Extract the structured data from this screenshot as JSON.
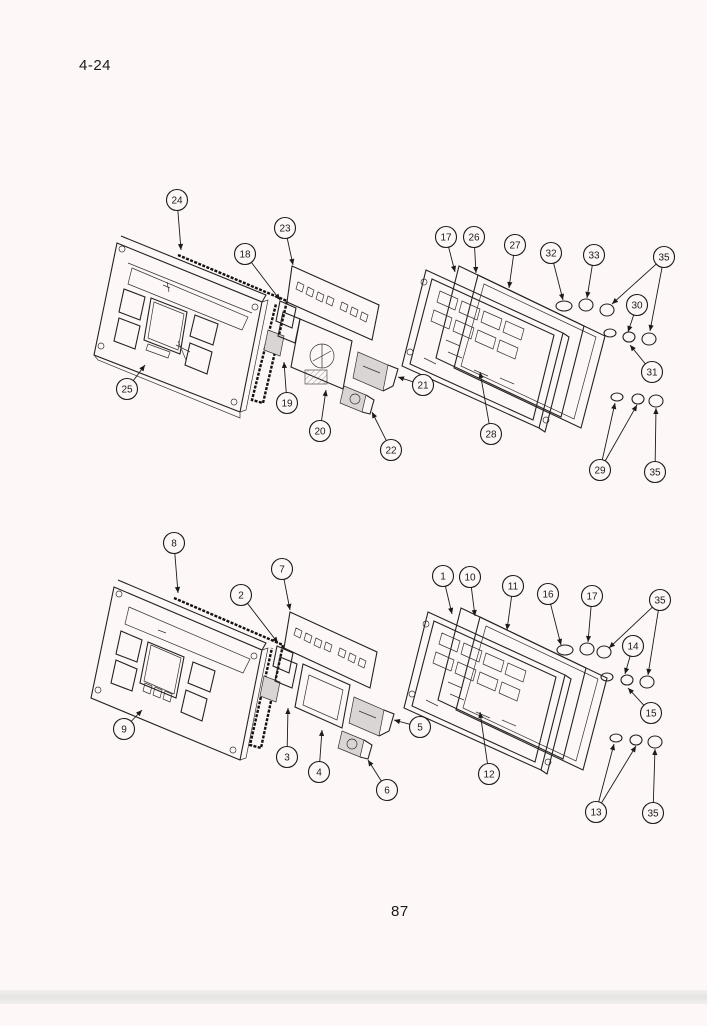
{
  "header": {
    "page_ref": "4-24"
  },
  "footer": {
    "page_number": "87"
  },
  "diagram": {
    "upper_assembly": {
      "callouts": [
        "24",
        "23",
        "18",
        "17",
        "26",
        "27",
        "32",
        "33",
        "35",
        "30",
        "31",
        "25",
        "19",
        "20",
        "21",
        "22",
        "28",
        "29",
        "35"
      ]
    },
    "lower_assembly": {
      "callouts": [
        "8",
        "7",
        "2",
        "1",
        "10",
        "11",
        "16",
        "17",
        "35",
        "14",
        "15",
        "9",
        "3",
        "4",
        "5",
        "6",
        "12",
        "13",
        "35"
      ]
    }
  }
}
